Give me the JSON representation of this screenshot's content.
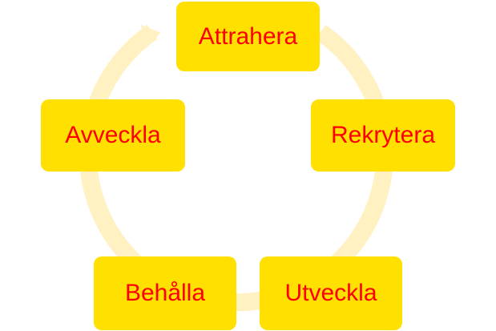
{
  "colors": {
    "box_fill": "#FFE000",
    "label_text": "#FF0000",
    "ring": "#FFF1C2"
  },
  "diagram": {
    "type": "cycle",
    "direction": "clockwise",
    "nodes": [
      {
        "label": "Attrahera"
      },
      {
        "label": "Rekrytera"
      },
      {
        "label": "Utveckla"
      },
      {
        "label": "Behålla"
      },
      {
        "label": "Avveckla"
      }
    ]
  }
}
